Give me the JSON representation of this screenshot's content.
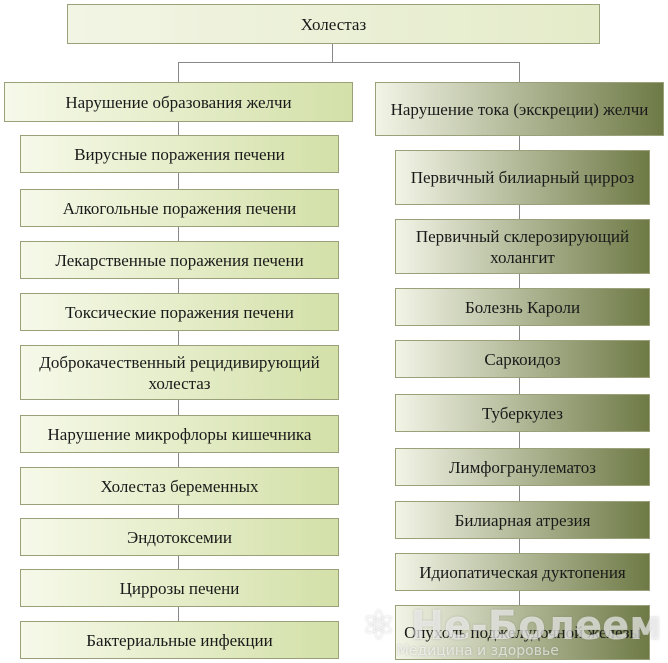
{
  "root": "Холестаз",
  "left": {
    "header": "Нарушение образования желчи",
    "items": [
      "Вирусные поражения печени",
      "Алкогольные поражения печени",
      "Лекарственные поражения печени",
      "Токсические поражения печени",
      "Доброкачественный рецидивирующий холестаз",
      "Нарушение микрофлоры кишечника",
      "Холестаз беременных",
      "Эндотоксемии",
      "Циррозы печени",
      "Бактериальные инфекции"
    ]
  },
  "right": {
    "header": "Нарушение тока (экскреции) желчи",
    "items": [
      "Первичный билиарный цирроз",
      "Первичный склерозирующий холангит",
      "Болезнь Кароли",
      "Саркоидоз",
      "Туберкулез",
      "Лимфогранулематоз",
      "Билиарная атрезия",
      "Идиопатическая дуктопения",
      "Опухоль поджелудочной железы"
    ]
  },
  "watermark": {
    "text": "Не-Болеем",
    "subtext": "Медицина и здоровье",
    "icon": "pharmacy-bottle-icon"
  },
  "colors": {
    "line": "#888888",
    "left_fill": "#d3e0a8",
    "right_fill": "#6e7a46"
  }
}
